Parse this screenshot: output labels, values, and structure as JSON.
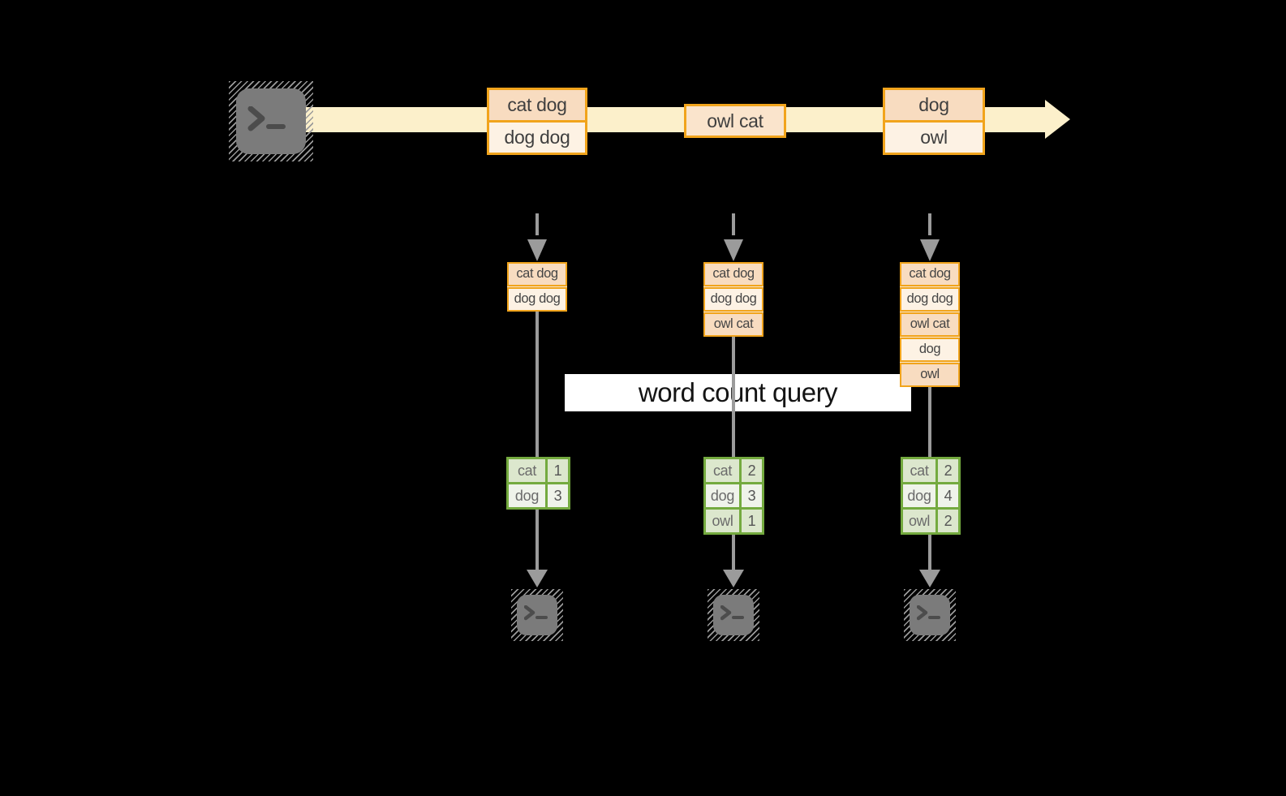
{
  "colors": {
    "background": "#000000",
    "amber_border": "#f1a41c",
    "peach_dark": "#f8dcc0",
    "peach_light": "#fdf2e4",
    "peach_mid": "#fae4cc",
    "stream_band": "#fcf0cb",
    "green_border": "#74aa3f",
    "green_cell_dark": "#dce7cd",
    "green_cell_light": "#eff3ea",
    "arrow_gray": "#9b9b9b",
    "terminal_gray": "#7b7b7b",
    "query_band_bg": "#ffffff"
  },
  "icons": {
    "source": "terminal-icon",
    "sink": "terminal-icon",
    "stream_head": "arrow-right-icon",
    "snapshot_arrow": "dashed-arrow-down-icon",
    "flow_arrow": "arrow-down-icon"
  },
  "stream": {
    "events": [
      {
        "rows": [
          "cat dog",
          "dog dog"
        ]
      },
      {
        "rows": [
          "owl cat"
        ]
      },
      {
        "rows": [
          "dog",
          "owl"
        ]
      }
    ]
  },
  "query": {
    "label": "word count query"
  },
  "pipelines": [
    {
      "buffer": [
        "cat dog",
        "dog dog"
      ],
      "counts": [
        {
          "word": "cat",
          "value": "1"
        },
        {
          "word": "dog",
          "value": "3"
        }
      ]
    },
    {
      "buffer": [
        "cat dog",
        "dog dog",
        "owl cat"
      ],
      "counts": [
        {
          "word": "cat",
          "value": "2"
        },
        {
          "word": "dog",
          "value": "3"
        },
        {
          "word": "owl",
          "value": "1"
        }
      ]
    },
    {
      "buffer": [
        "cat dog",
        "dog dog",
        "owl cat",
        "dog",
        "owl"
      ],
      "counts": [
        {
          "word": "cat",
          "value": "2"
        },
        {
          "word": "dog",
          "value": "4"
        },
        {
          "word": "owl",
          "value": "2"
        }
      ]
    }
  ]
}
